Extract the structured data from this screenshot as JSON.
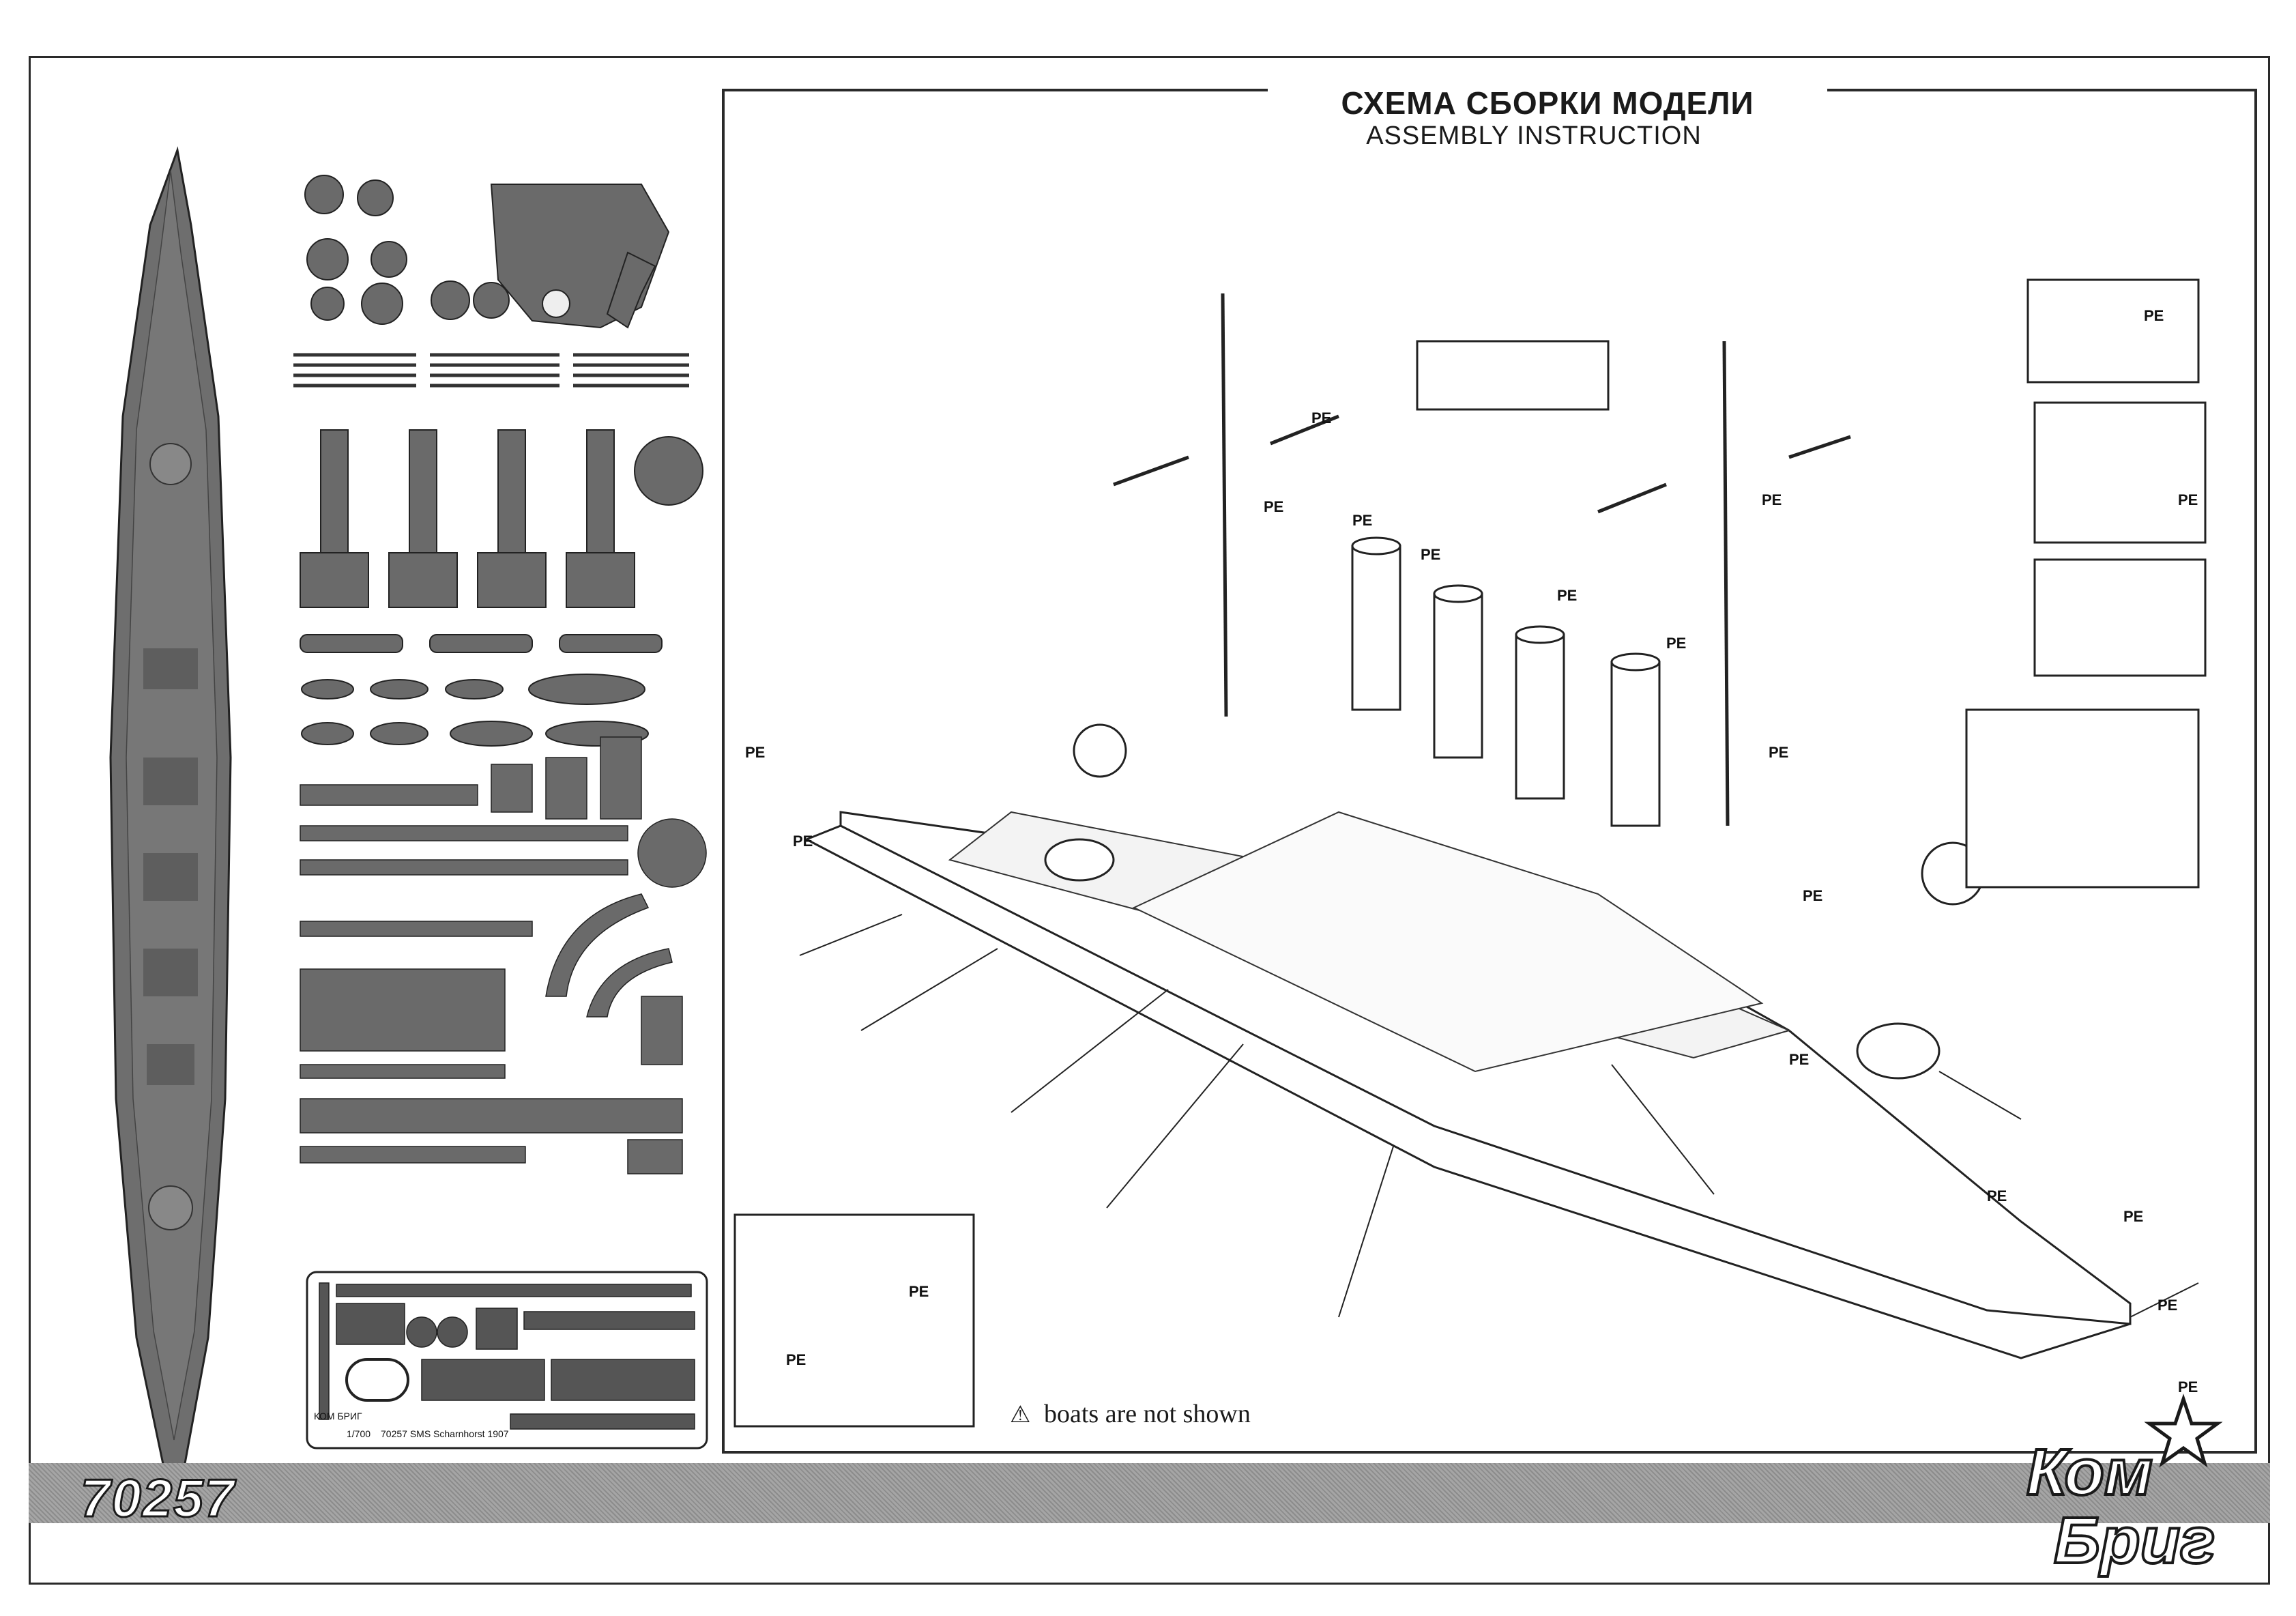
{
  "header": {
    "title_ru": "СХЕМА СБОРКИ МОДЕЛИ",
    "title_en": "ASSEMBLY INSTRUCTION"
  },
  "footer": {
    "product_code": "70257"
  },
  "note": {
    "icon": "warning-triangle-icon",
    "text": "boats are not shown"
  },
  "fret": {
    "scale": "1/700",
    "caption": "70257 SMS Scharnhorst 1907",
    "brand_mark": "КОМ БРИГ"
  },
  "callouts": {
    "pe": "PE"
  },
  "logo": {
    "line1": "Ком",
    "line2": "Бриг",
    "icon": "star-icon"
  },
  "colors": {
    "ink": "#1a1a1a",
    "resin_grey": "#6e6e6e",
    "footer_band": "#9a9a9a"
  }
}
